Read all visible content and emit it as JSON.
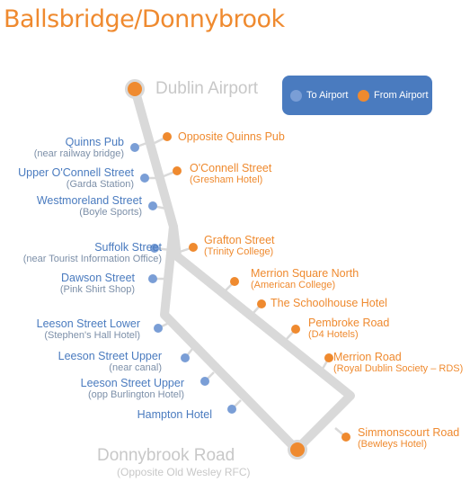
{
  "title": "Ballsbridge/Donnybrook",
  "terminals": {
    "start": "Dublin Airport",
    "end": "Donnybrook Road",
    "end_sub": "(Opposite Old Wesley RFC)"
  },
  "legend": {
    "to_airport": "To Airport",
    "from_airport": "From Airport"
  },
  "colors": {
    "to_airport": "#7a9ed6",
    "from_airport": "#ef8a2f",
    "route": "#d9d9d9",
    "legend_bg": "#4a7bbf"
  },
  "stops_to_airport": [
    {
      "name": "Quinns Pub",
      "sub": "(near railway bridge)"
    },
    {
      "name": "Upper O'Connell Street",
      "sub": "(Garda Station)"
    },
    {
      "name": "Westmoreland  Street",
      "sub": "(Boyle Sports)"
    },
    {
      "name": "Suffolk Street",
      "sub": "(near Tourist Information Office)"
    },
    {
      "name": "Dawson Street",
      "sub": "(Pink Shirt Shop)"
    },
    {
      "name": "Leeson Street Lower",
      "sub": "(Stephen's Hall Hotel)"
    },
    {
      "name": "Leeson Street Upper",
      "sub": "(near canal)"
    },
    {
      "name": "Leeson Street Upper",
      "sub": "(opp Burlington Hotel)"
    },
    {
      "name": "Hampton Hotel",
      "sub": ""
    }
  ],
  "stops_from_airport": [
    {
      "name": "Opposite Quinns Pub",
      "sub": ""
    },
    {
      "name": "O'Connell Street",
      "sub": "(Gresham Hotel)"
    },
    {
      "name": "Grafton Street",
      "sub": "(Trinity College)"
    },
    {
      "name": "Merrion Square North",
      "sub": "(American College)"
    },
    {
      "name": "The Schoolhouse Hotel",
      "sub": ""
    },
    {
      "name": "Pembroke Road",
      "sub": "(D4 Hotels)"
    },
    {
      "name": "Merrion Road",
      "sub": "(Royal Dublin Society – RDS)"
    },
    {
      "name": "Simmonscourt Road",
      "sub": "(Bewleys Hotel)"
    }
  ]
}
